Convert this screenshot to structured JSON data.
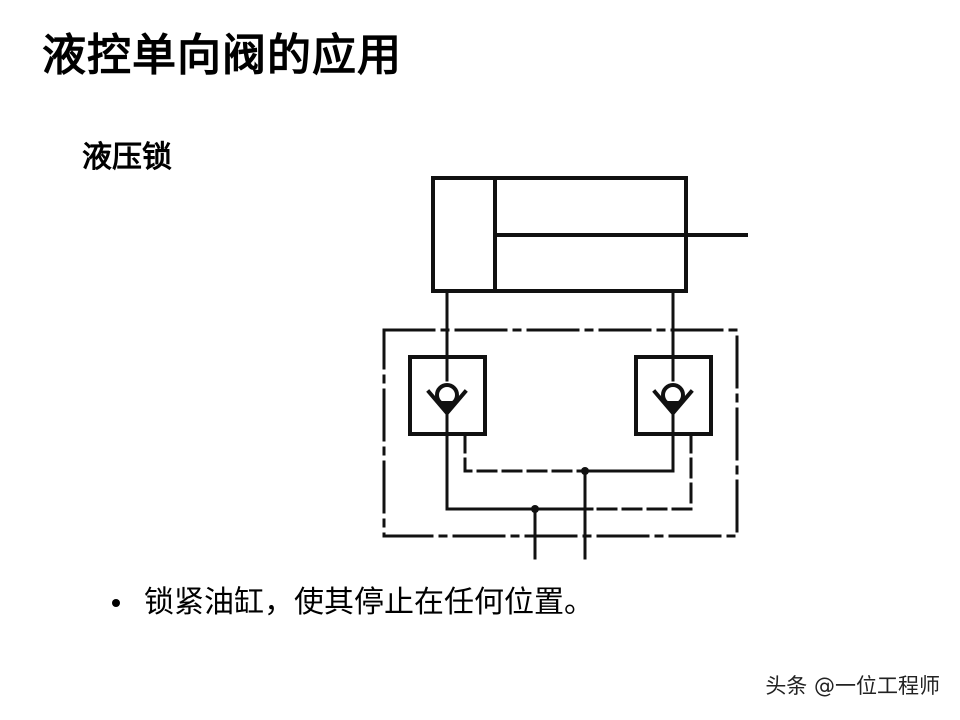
{
  "slide": {
    "title": "液控单向阀的应用",
    "subtitle": "液压锁",
    "bullets": [
      {
        "text": "锁紧油缸，使其停止在任何位置。"
      }
    ],
    "watermark": "头条 @一位工程师"
  },
  "diagram": {
    "type": "hydraulic-schematic",
    "components": [
      {
        "name": "hydraulic-cylinder",
        "description": "double-acting cylinder with piston and rod extending right"
      },
      {
        "name": "pilot-check-valve-left",
        "description": "pilot-operated check valve (ball seat)"
      },
      {
        "name": "pilot-check-valve-right",
        "description": "pilot-operated check valve (ball seat)"
      },
      {
        "name": "valve-assembly-boundary",
        "description": "dash-dot enclosure around hydraulic lock"
      },
      {
        "name": "pilot-lines",
        "description": "dashed cross-connected pilot lines"
      }
    ],
    "colors": {
      "line": "#111111",
      "background": "#ffffff"
    }
  }
}
